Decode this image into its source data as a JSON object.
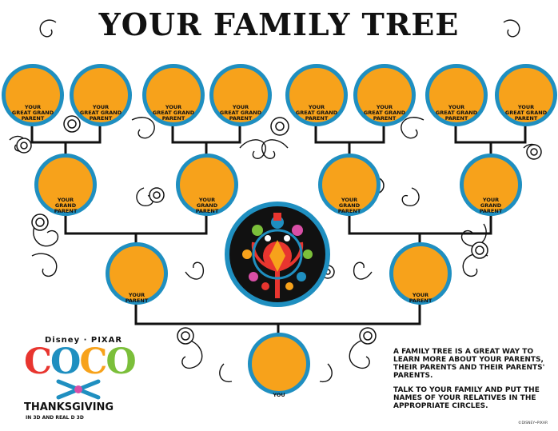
{
  "title": "YOUR FAMILY TREE",
  "labels": {
    "great_grand": [
      "YOUR",
      "GREAT GRAND",
      "PARENT"
    ],
    "grand": [
      "YOUR",
      "GRAND",
      "PARENT"
    ],
    "parent": [
      "YOUR",
      "PARENT"
    ],
    "you": [
      "YOU"
    ]
  },
  "info": {
    "paragraph1": "A FAMILY TREE IS A GREAT WAY TO LEARN MORE ABOUT YOUR PARENTS, THEIR PARENTS AND THEIR PARENTS' PARENTS.",
    "paragraph2": "TALK TO YOUR FAMILY AND PUT THE NAMES OF YOUR RELATIVES IN THE APPROPRIATE CIRCLES."
  },
  "logo": {
    "studio": "Disney · PIXAR",
    "movie_letters": [
      "C",
      "O",
      "C",
      "O"
    ],
    "release": "THANKSGIVING",
    "formats": "IN 3D AND REAL D 3D"
  },
  "copyright": "©DISNEY•PIXAR",
  "colors": {
    "circle_fill": "#f7a21b",
    "circle_border": "#1f8fc0",
    "coco_letters": [
      "#e8352f",
      "#1f8fc0",
      "#f7a21b",
      "#7bbf3a"
    ]
  }
}
